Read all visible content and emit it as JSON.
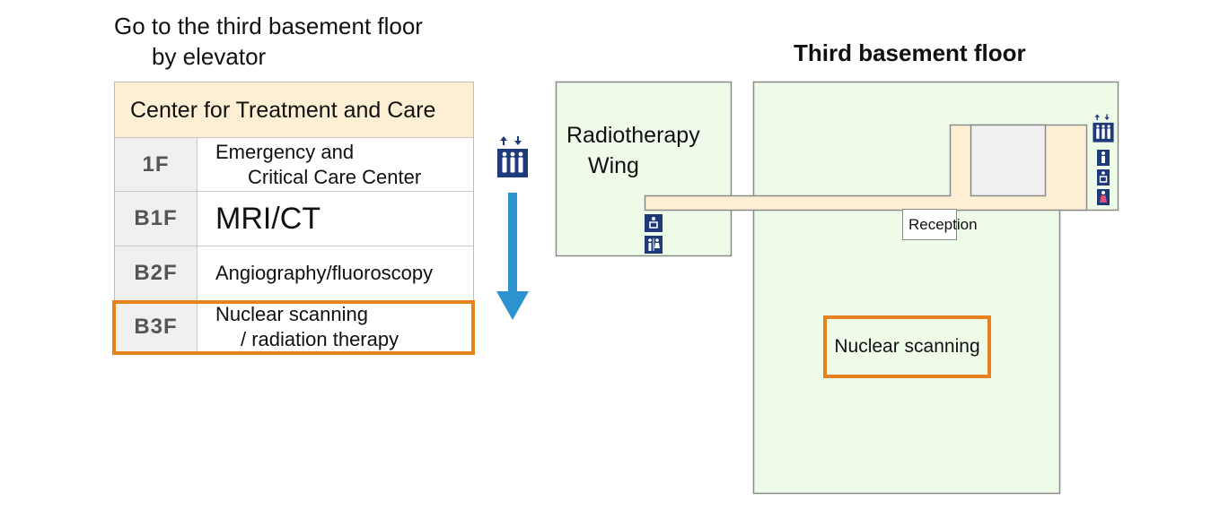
{
  "instruction": {
    "line1": "Go to the third basement floor",
    "line2": "by elevator"
  },
  "directory": {
    "header": "Center for Treatment and Care",
    "rows": [
      {
        "floor": "1F",
        "line1": "Emergency and",
        "line2": "Critical Care Center"
      },
      {
        "floor": "B1F",
        "line1": "MRI/CT",
        "line2": ""
      },
      {
        "floor": "B2F",
        "line1": "Angiography/fluoroscopy",
        "line2": ""
      },
      {
        "floor": "B3F",
        "line1": "Nuclear scanning",
        "line2": "/ radiation therapy",
        "highlighted": true
      }
    ]
  },
  "map": {
    "title": "Third basement floor",
    "wing": {
      "line1": "Radiotherapy",
      "line2": "Wing"
    },
    "reception": "Reception",
    "destination": "Nuclear scanning"
  },
  "icons": {
    "elevator": "elevator-icon",
    "down_arrow": "down-arrow-icon",
    "restroom": "restroom-icon",
    "accessible_restroom": "accessible-restroom-icon",
    "mens_restroom": "mens-restroom-icon",
    "womens_restroom": "womens-restroom-icon"
  },
  "colors": {
    "highlight": "#e8821e",
    "header_bg": "#fcefd4",
    "map_fill": "#eefbe8",
    "corridor": "#fcefd4",
    "arrow": "#2a93d0",
    "icon_blue": "#1f3a7a"
  }
}
